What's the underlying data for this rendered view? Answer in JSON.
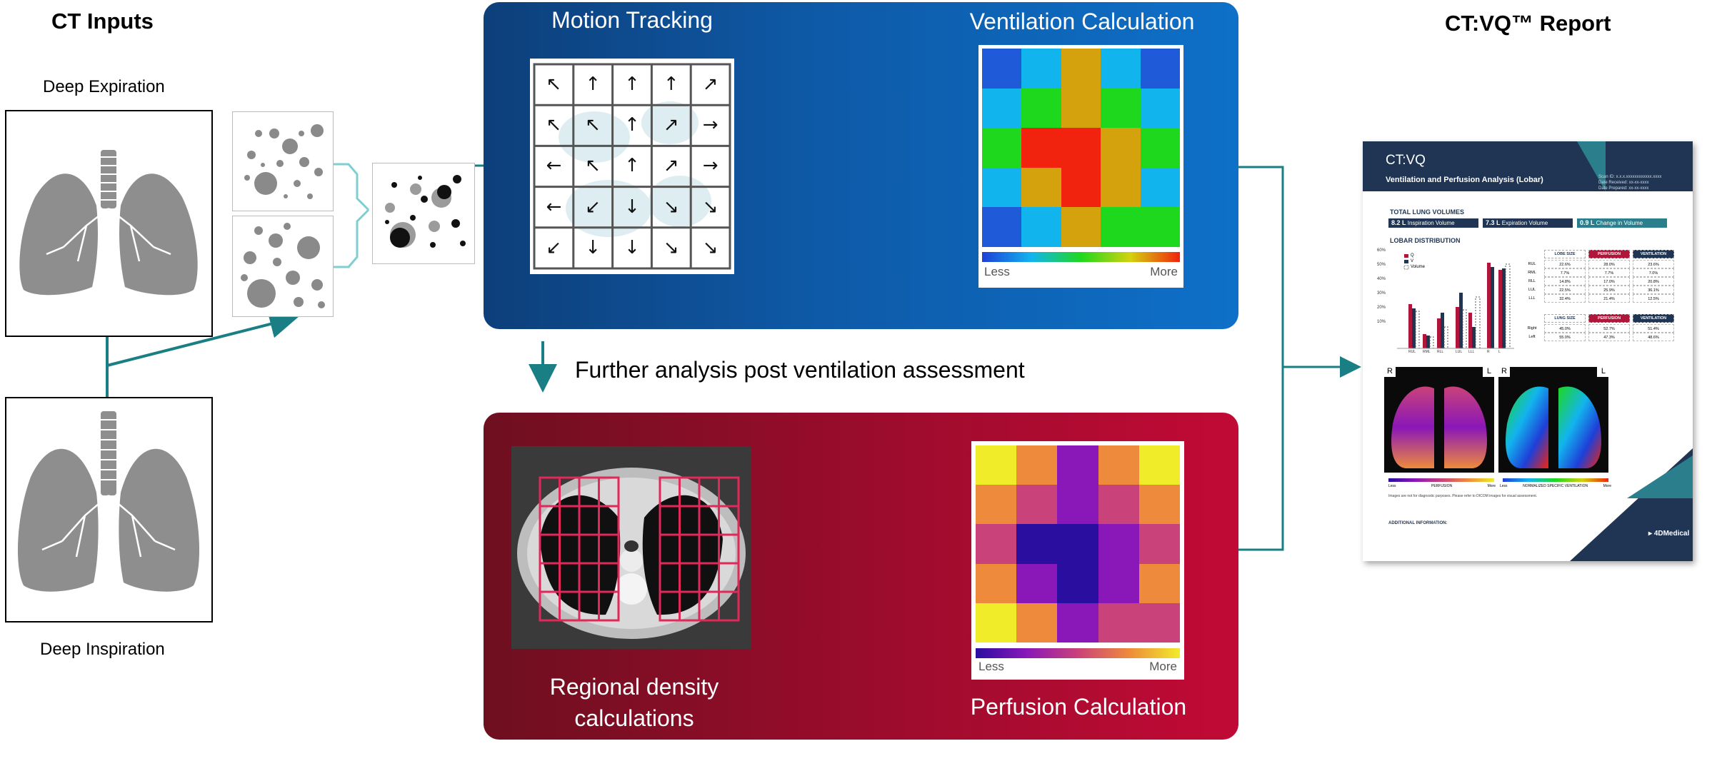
{
  "left": {
    "title": "CT Inputs",
    "expiration_label": "Deep Expiration",
    "inspiration_label": "Deep Inspiration"
  },
  "blue_panel": {
    "motion_title": "Motion Tracking",
    "ventilation_title": "Ventilation Calculation",
    "scale_less": "Less",
    "scale_more": "More"
  },
  "middle_note": "Further analysis post ventilation assessment",
  "red_panel": {
    "density_title_line1": "Regional density",
    "density_title_line2": "calculations",
    "perfusion_title": "Perfusion Calculation",
    "scale_less": "Less",
    "scale_more": "More"
  },
  "report": {
    "title": "CT:VQ™ Report",
    "logo": "CT:VQ",
    "subtitle": "Ventilation and Perfusion Analysis (Lobar)",
    "scan_lines": [
      "Scan ID: x.x.x.xxxxxxxxxxxx.xxxx",
      "Date Received: xx-xx-xxxx",
      "Date Prepared: xx-xx-xxxx"
    ],
    "total_volumes_heading": "TOTAL LUNG VOLUMES",
    "volumes": [
      {
        "value": "8.2 L",
        "label": "Inspiration Volume"
      },
      {
        "value": "7.3 L",
        "label": "Expiration Volume"
      },
      {
        "value": "0.9 L",
        "label": "Change in Volume"
      }
    ],
    "lobar_heading": "LOBAR DISTRIBUTION",
    "chart_ticks": [
      "60%",
      "50%",
      "40%",
      "30%",
      "20%",
      "10%"
    ],
    "chart_legend": [
      "Q",
      "V",
      "Volume"
    ],
    "chart_xcats": [
      "RUL",
      "RML",
      "RLL",
      "LUL",
      "LLL",
      "R",
      "L"
    ],
    "lobe_header": [
      "LOBE SIZE",
      "PERFUSION",
      "VENTILATION"
    ],
    "lobe_rows": [
      [
        "RUL",
        "22.6%",
        "28.0%",
        "23.6%"
      ],
      [
        "RML",
        "7.7%",
        "7.7%",
        "7.0%"
      ],
      [
        "RLL",
        "14.8%",
        "17.0%",
        "20.8%"
      ],
      [
        "LUL",
        "22.5%",
        "25.9%",
        "36.1%"
      ],
      [
        "LLL",
        "32.4%",
        "21.4%",
        "12.5%"
      ]
    ],
    "lung_header": [
      "LUNG SIZE",
      "PERFUSION",
      "VENTILATION"
    ],
    "lung_rows": [
      [
        "Right",
        "45.0%",
        "52.7%",
        "51.4%"
      ],
      [
        "Left",
        "55.0%",
        "47.3%",
        "48.6%"
      ]
    ],
    "r_mark": "R",
    "l_mark": "L",
    "perf_scale": [
      "Less",
      "PERFUSION",
      "More"
    ],
    "vent_scale": [
      "Less",
      "NORMALIZED SPECIFIC VENTILATION",
      "More"
    ],
    "disclaimer": "Images are not for diagnostic purposes. Please refer to DICOM images for visual assessment.",
    "additional": "ADDITIONAL INFORMATION:",
    "brand": "4DMedical"
  },
  "colors": {
    "blue_panel": "#0e5aa8",
    "red_panel": "#9a0c2c",
    "connector_teal": "#1a7f85",
    "lung_gray": "#8e8e8e",
    "report_navy": "#1f3553",
    "report_red": "#b0163a"
  },
  "ventilation_grid": [
    [
      "#1f5bd8",
      "#12b4ee",
      "#d3a20d",
      "#12b4ee",
      "#1f5bd8"
    ],
    [
      "#12b4ee",
      "#1ed81e",
      "#d3a20d",
      "#1ed81e",
      "#12b4ee"
    ],
    [
      "#1ed81e",
      "#f1230f",
      "#f1230f",
      "#d3a20d",
      "#1ed81e"
    ],
    [
      "#12b4ee",
      "#d3a20d",
      "#f1230f",
      "#d3a20d",
      "#12b4ee"
    ],
    [
      "#1f5bd8",
      "#12b4ee",
      "#d3a20d",
      "#1ed81e",
      "#1ed81e"
    ]
  ],
  "perfusion_grid": [
    [
      "#f0ec2a",
      "#ee8a3c",
      "#8a17b8",
      "#ee8a3c",
      "#f0ec2a"
    ],
    [
      "#ee8a3c",
      "#c9427a",
      "#8a17b8",
      "#c9427a",
      "#ee8a3c"
    ],
    [
      "#c9427a",
      "#2a0ea0",
      "#2a0ea0",
      "#8a17b8",
      "#c9427a"
    ],
    [
      "#ee8a3c",
      "#8a17b8",
      "#2a0ea0",
      "#8a17b8",
      "#ee8a3c"
    ],
    [
      "#f0ec2a",
      "#ee8a3c",
      "#8a17b8",
      "#c9427a",
      "#c9427a"
    ]
  ],
  "motion_arrows": [
    [
      "↖",
      "↑",
      "↑",
      "↑",
      "↗"
    ],
    [
      "↖",
      "↖",
      "↑",
      "↗",
      "→"
    ],
    [
      "←",
      "↖",
      "↑",
      "↗",
      "→"
    ],
    [
      "←",
      "↙",
      "↓",
      "↘",
      "↘"
    ],
    [
      "↙",
      "↓",
      "↓",
      "↘",
      "↘"
    ]
  ]
}
